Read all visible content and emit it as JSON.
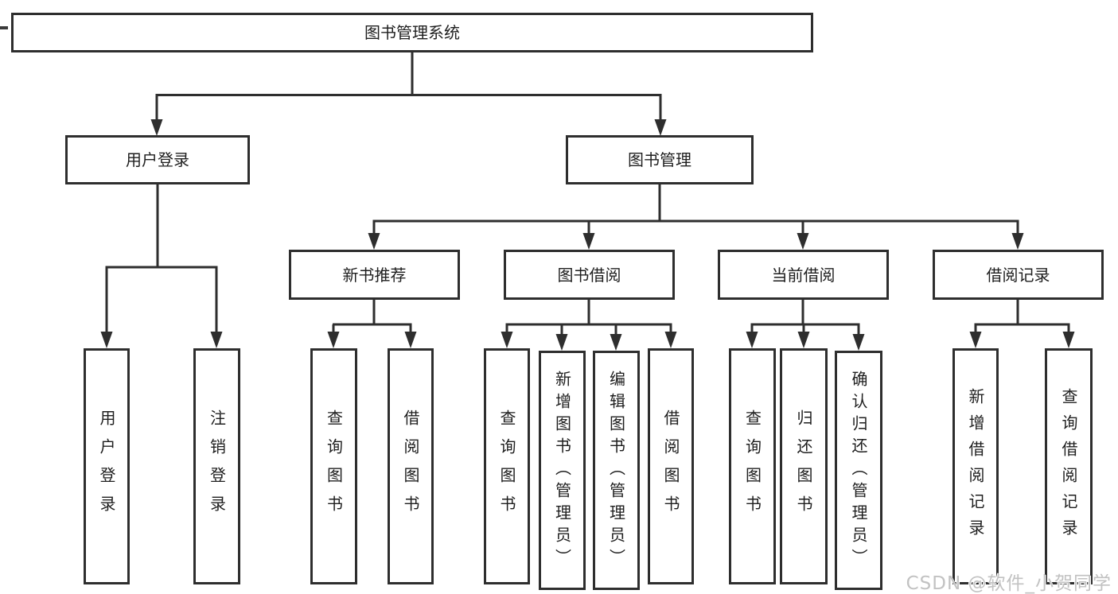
{
  "colors": {
    "line": "#2e2e2e",
    "box_border": "#2e2e2e",
    "text": "#1e1e1e",
    "box_background": "#ffffff",
    "watermark": "#c2c2c2"
  },
  "watermark": "CSDN @软件_小贺同学",
  "tree": {
    "label": "图书管理系统",
    "children": [
      {
        "label": "用户登录",
        "children": [
          {
            "label": "用户登录"
          },
          {
            "label": "注销登录"
          }
        ]
      },
      {
        "label": "图书管理",
        "children": [
          {
            "label": "新书推荐",
            "children": [
              {
                "label": "查询图书"
              },
              {
                "label": "借阅图书"
              }
            ]
          },
          {
            "label": "图书借阅",
            "children": [
              {
                "label": "查询图书"
              },
              {
                "label": "新增图书（管理员）"
              },
              {
                "label": "编辑图书（管理员）"
              },
              {
                "label": "借阅图书"
              }
            ]
          },
          {
            "label": "当前借阅",
            "children": [
              {
                "label": "查询图书"
              },
              {
                "label": "归还图书"
              },
              {
                "label": "确认归还（管理员）"
              }
            ]
          },
          {
            "label": "借阅记录",
            "children": [
              {
                "label": "新增借阅记录"
              },
              {
                "label": "查询借阅记录"
              }
            ]
          }
        ]
      }
    ]
  }
}
